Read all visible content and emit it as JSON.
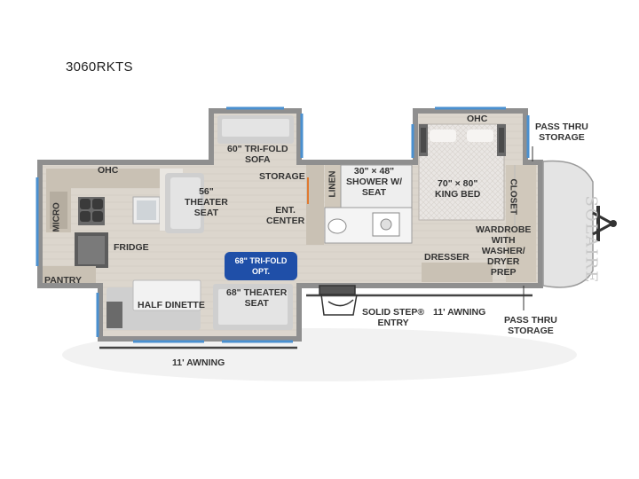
{
  "model": "3060RKTS",
  "labels": {
    "ohc_left": "OHC",
    "micro": "MICRO",
    "fridge": "FRIDGE",
    "pantry": "PANTRY",
    "theater_56_line1": "56\"",
    "theater_56_line2": "THEATER",
    "theater_56_line3": "SEAT",
    "sofa_line1": "60\" TRI-FOLD",
    "sofa_line2": "SOFA",
    "storage": "STORAGE",
    "ent_line1": "ENT.",
    "ent_line2": "CENTER",
    "linen": "LINEN",
    "shower_line1": "30\" × 48\"",
    "shower_line2": "SHOWER W/",
    "shower_line3": "SEAT",
    "ohc_right": "OHC",
    "bed_line1": "70\" × 80\"",
    "bed_line2": "KING BED",
    "closet": "CLOSET",
    "wardrobe_line1": "WARDROBE",
    "wardrobe_line2": "WITH",
    "wardrobe_line3": "WASHER/",
    "wardrobe_line4": "DRYER",
    "wardrobe_line5": "PREP",
    "dresser": "DRESSER",
    "half_dinette": "HALF DINETTE",
    "theater_68_line1": "68\" THEATER",
    "theater_68_line2": "SEAT",
    "opt_line1": "68\" TRI-FOLD",
    "opt_line2": "OPT.",
    "solid_step_line1": "SOLID STEP® ",
    "solid_step_line2": "ENTRY",
    "awning_right": "11' AWNING",
    "awning_bottom": "11' AWNING",
    "pass_thru_top_line1": "PASS THRU",
    "pass_thru_top_line2": "STORAGE",
    "pass_thru_bottom_line1": "PASS THRU",
    "pass_thru_bottom_line2": "STORAGE"
  },
  "brand_logo": "SOLAIRE",
  "colors": {
    "wall": "#9a9a9a",
    "floor": "#d9d4cc",
    "window": "#4a90d0",
    "opt_badge": "#1f4fa8",
    "accent_orange": "#e07a30"
  }
}
